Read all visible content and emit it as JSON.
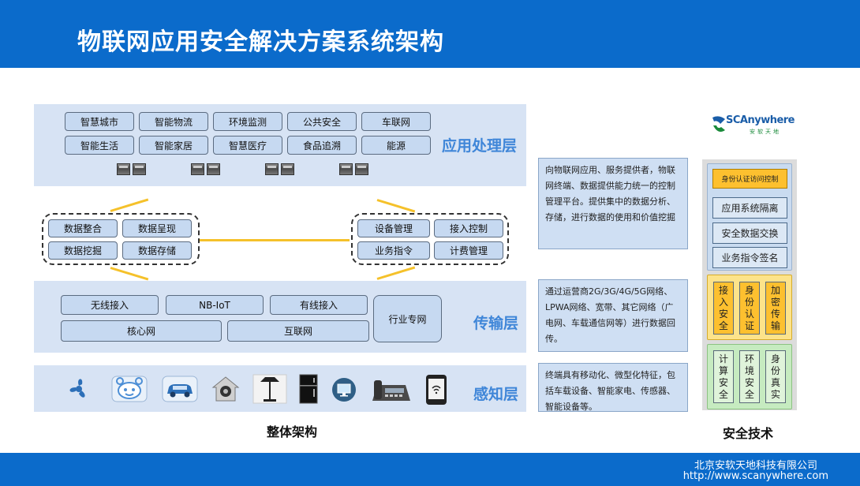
{
  "header": {
    "title": "物联网应用安全解决方案系统架构"
  },
  "application_layer": {
    "label": "应用处理层",
    "row1": [
      "智慧城市",
      "智能物流",
      "环境监测",
      "公共安全",
      "车联网"
    ],
    "row2": [
      "智能生活",
      "智能家居",
      "智慧医疗",
      "食品追溯",
      "能源"
    ]
  },
  "middle": {
    "left_group": [
      "数据整合",
      "数据呈现",
      "数据挖掘",
      "数据存储"
    ],
    "right_group": [
      "设备管理",
      "接入控制",
      "业务指令",
      "计费管理"
    ]
  },
  "transport_layer": {
    "label": "传输层",
    "row1": [
      "无线接入",
      "NB-IoT",
      "有线接入"
    ],
    "row2": [
      "核心网",
      "互联网"
    ],
    "special": "行业专网"
  },
  "sensing_layer": {
    "label": "感知层",
    "icons": [
      "fan-icon",
      "robot-face-icon",
      "car-icon",
      "smart-home-icon",
      "lamp-icon",
      "fridge-icon",
      "monitor-icon",
      "telephone-icon",
      "smartphone-icon"
    ]
  },
  "descriptions": {
    "app": "向物联网应用、服务提供者，物联网终端、数据提供能力统一的控制管理平台。提供集中的数据分析、存储，进行数据的使用和价值挖掘",
    "trans": "通过运营商2G/3G/4G/5G网络、LPWA网络、宽带、其它网络（广电网、车载通信网等）进行数据回传。",
    "sense": "终端具有移动化、微型化特征，包括车载设备、智能家电、传感器、智能设备等。"
  },
  "security": {
    "logo_text": "SCAnywhere",
    "logo_sub": "安软天地",
    "top_boxes": [
      "身份认证访问控制",
      "应用系统隔离",
      "安全数据交换",
      "业务指令签名"
    ],
    "mid_boxes": [
      "接入安全",
      "身份认证",
      "加密传输"
    ],
    "bottom_boxes": [
      "计算安全",
      "环境安全",
      "身份真实"
    ]
  },
  "captions": {
    "left": "整体架构",
    "right": "安全技术"
  },
  "footer": {
    "company": "北京安软天地科技有限公司",
    "url": "http://www.scanywhere.com"
  },
  "colors": {
    "header": "#0b6bcb",
    "layer_band": "#d7e3f4",
    "box": "#c6d9f1",
    "gold": "#fdc02f",
    "green_panel": "#c6ebc0",
    "connector": "#f5c12a",
    "layer_label": "#3f86d8"
  }
}
